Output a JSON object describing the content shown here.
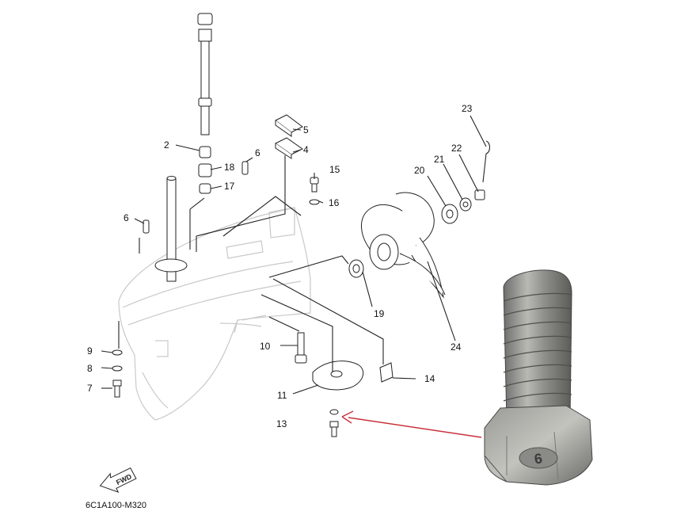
{
  "diagram": {
    "drawing_code": "6C1A100-M320",
    "direction_label": "FWD",
    "callouts": [
      {
        "id": "c2",
        "label": "2"
      },
      {
        "id": "c18",
        "label": "18"
      },
      {
        "id": "c17",
        "label": "17"
      },
      {
        "id": "c6a",
        "label": "6"
      },
      {
        "id": "c6b",
        "label": "6"
      },
      {
        "id": "c5",
        "label": "5"
      },
      {
        "id": "c4",
        "label": "4"
      },
      {
        "id": "c15",
        "label": "15"
      },
      {
        "id": "c16",
        "label": "16"
      },
      {
        "id": "c23",
        "label": "23"
      },
      {
        "id": "c22",
        "label": "22"
      },
      {
        "id": "c21",
        "label": "21"
      },
      {
        "id": "c20",
        "label": "20"
      },
      {
        "id": "c19",
        "label": "19"
      },
      {
        "id": "c24",
        "label": "24"
      },
      {
        "id": "c9",
        "label": "9"
      },
      {
        "id": "c8",
        "label": "8"
      },
      {
        "id": "c7",
        "label": "7"
      },
      {
        "id": "c10",
        "label": "10"
      },
      {
        "id": "c11",
        "label": "11"
      },
      {
        "id": "c13",
        "label": "13"
      },
      {
        "id": "c14",
        "label": "14"
      }
    ],
    "photo": {
      "bolt_head_mark": "6"
    },
    "highlight_color": "#c8323c"
  }
}
